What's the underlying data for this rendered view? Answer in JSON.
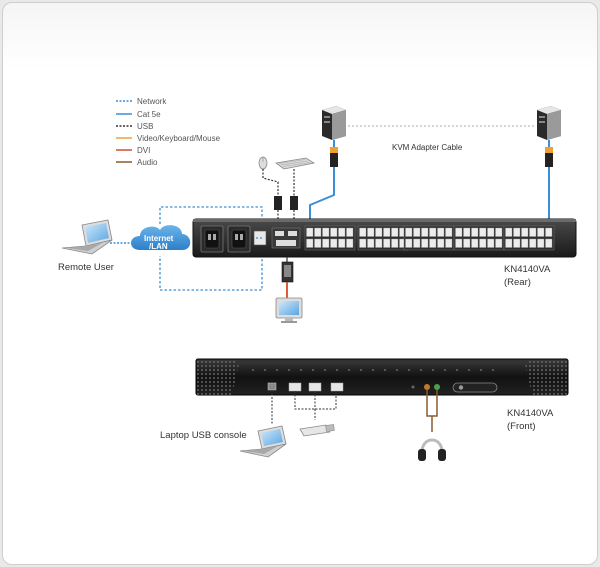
{
  "legend": [
    {
      "label": "Network",
      "color": "#3b8fd6",
      "style": "dashed"
    },
    {
      "label": "Cat 5e",
      "color": "#3b8fd6",
      "style": "solid"
    },
    {
      "label": "USB",
      "color": "#333333",
      "style": "dashed"
    },
    {
      "label": "Video/Keyboard/Mouse",
      "color": "#e8a23a",
      "style": "solid"
    },
    {
      "label": "DVI",
      "color": "#d84a2a",
      "style": "solid"
    },
    {
      "label": "Audio",
      "color": "#8a5a2e",
      "style": "solid"
    }
  ],
  "labels": {
    "kvm_adapter_cable": "KVM Adapter Cable",
    "remote_user": "Remote User",
    "cloud_line1": "Internet",
    "cloud_line2": "/LAN",
    "rear_model": "KN4140VA",
    "rear_side": "(Rear)",
    "front_model": "KN4140VA",
    "front_side": "(Front)",
    "laptop_usb_console": "Laptop USB console"
  },
  "colors": {
    "network": "#3b8fd6",
    "cat5e": "#3b8fd6",
    "usb": "#333333",
    "vkm": "#e8a23a",
    "dvi": "#d84a2a",
    "audio": "#8a5a2e",
    "device_body": "#1e1e1e"
  },
  "icons": [
    "laptop-icon",
    "cloud-icon",
    "server-icon",
    "mouse-icon",
    "keyboard-icon",
    "monitor-icon",
    "headset-icon",
    "usb-stick-icon"
  ]
}
